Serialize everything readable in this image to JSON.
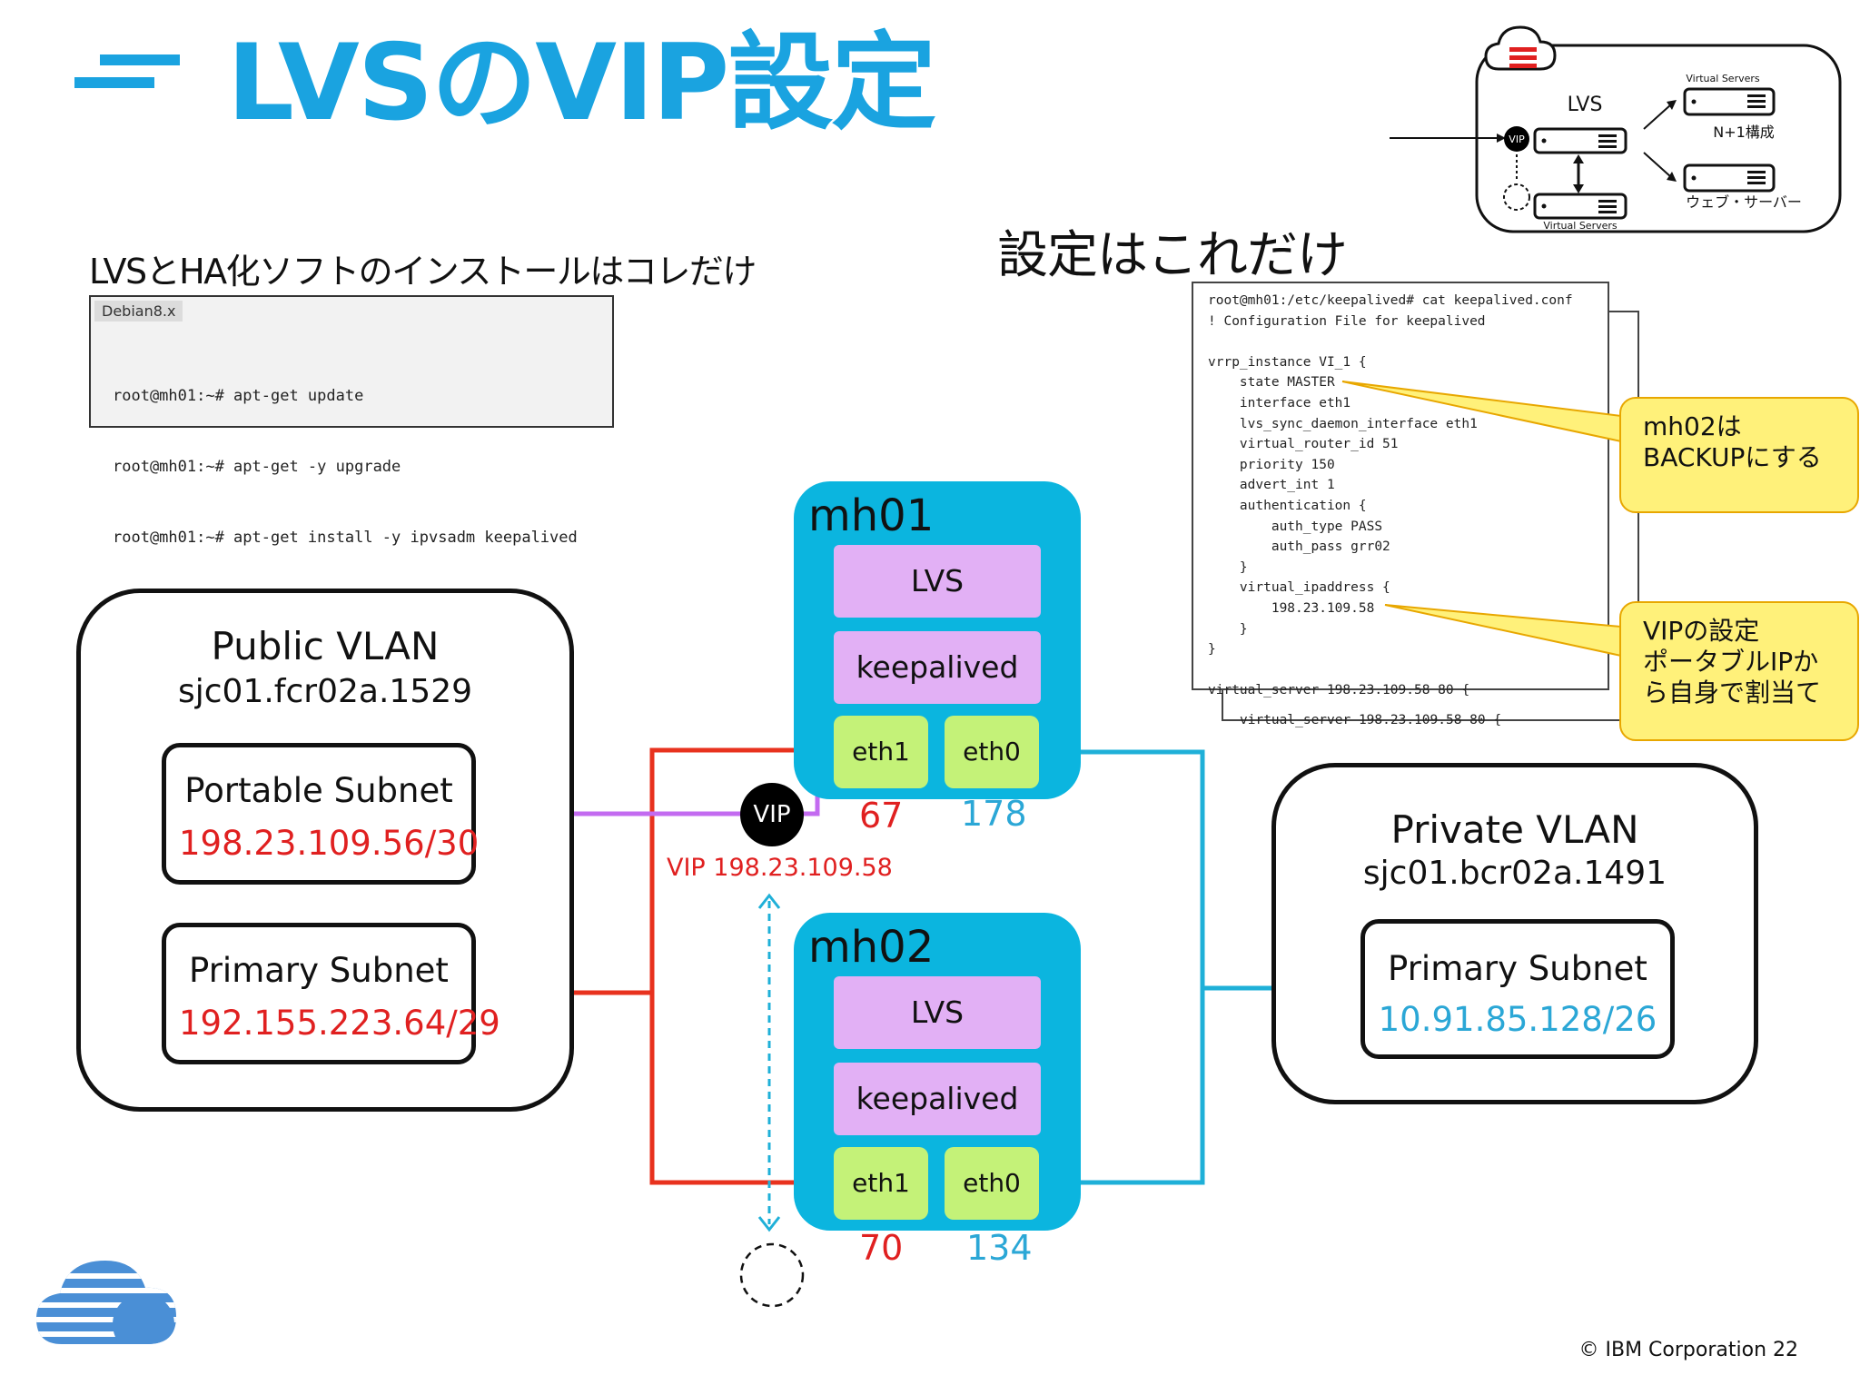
{
  "slide": {
    "title": "LVSのVIP設定",
    "footer": "© IBM Corporation  22"
  },
  "install": {
    "heading": "LVSとHA化ソフトのインストールはコレだけ",
    "tab_label": "Debian8.x",
    "lines": [
      "root@mh01:~# apt-get update",
      "root@mh01:~# apt-get -y upgrade",
      "root@mh01:~# apt-get install -y ipvsadm keepalived"
    ]
  },
  "config": {
    "heading": "設定はこれだけ",
    "lines": [
      "root@mh01:/etc/keepalived# cat keepalived.conf",
      "! Configuration File for keepalived",
      "",
      "vrrp_instance VI_1 {",
      "    state MASTER",
      "    interface eth1",
      "    lvs_sync_daemon_interface eth1",
      "    virtual_router_id 51",
      "    priority 150",
      "    advert_int 1",
      "    authentication {",
      "        auth_type PASS",
      "        auth_pass grr02",
      "    }",
      "    virtual_ipaddress {",
      "        198.23.109.58",
      "    }",
      "}",
      "",
      "virtual_server 198.23.109.58 80 {"
    ],
    "back_line": "virtual_server 198.23.109.58 80 {",
    "callout_backup": [
      "mh02は",
      "BACKUPにする"
    ],
    "callout_vip": [
      "VIPの設定",
      "ポータブルIPか",
      "ら自身で割当て"
    ]
  },
  "inset": {
    "lvs_label": "LVS",
    "vip_label": "VIP",
    "virtual_servers_top": "Virtual Servers",
    "virtual_servers_bottom": "Virtual Servers",
    "n_plus_1": "N+1構成",
    "web_servers": "ウェブ・サーバー"
  },
  "public_vlan": {
    "name": "Public VLAN",
    "id": "sjc01.fcr02a.1529",
    "portable_subnet": {
      "label": "Portable  Subnet",
      "cidr": "198.23.109.56/30"
    },
    "primary_subnet": {
      "label": "Primary Subnet",
      "cidr": "192.155.223.64/29"
    }
  },
  "private_vlan": {
    "name": "Private VLAN",
    "id": "sjc01.bcr02a.1491",
    "primary_subnet": {
      "label": "Primary Subnet",
      "cidr": "10.91.85.128/26"
    }
  },
  "mh01": {
    "name": "mh01",
    "lvs": "LVS",
    "keepalived": "keepalived",
    "eth1": "eth1",
    "eth0": "eth0",
    "eth1_ip": "67",
    "eth0_ip": "178"
  },
  "mh02": {
    "name": "mh02",
    "lvs": "LVS",
    "keepalived": "keepalived",
    "eth1": "eth1",
    "eth0": "eth0",
    "eth1_ip": "70",
    "eth0_ip": "134"
  },
  "vip": {
    "badge": "VIP",
    "caption": "VIP 198.23.109.58"
  },
  "colors": {
    "accent_blue": "#1aa3e0",
    "host_cyan": "#0bb5df",
    "public_link_red": "#e8321e",
    "portable_link_purple": "#c36bf0",
    "private_link_blue": "#1fb0d8",
    "ip_red": "#e02020",
    "ip_blue": "#2ba7d6",
    "callout_yellow": "#fff17a"
  }
}
